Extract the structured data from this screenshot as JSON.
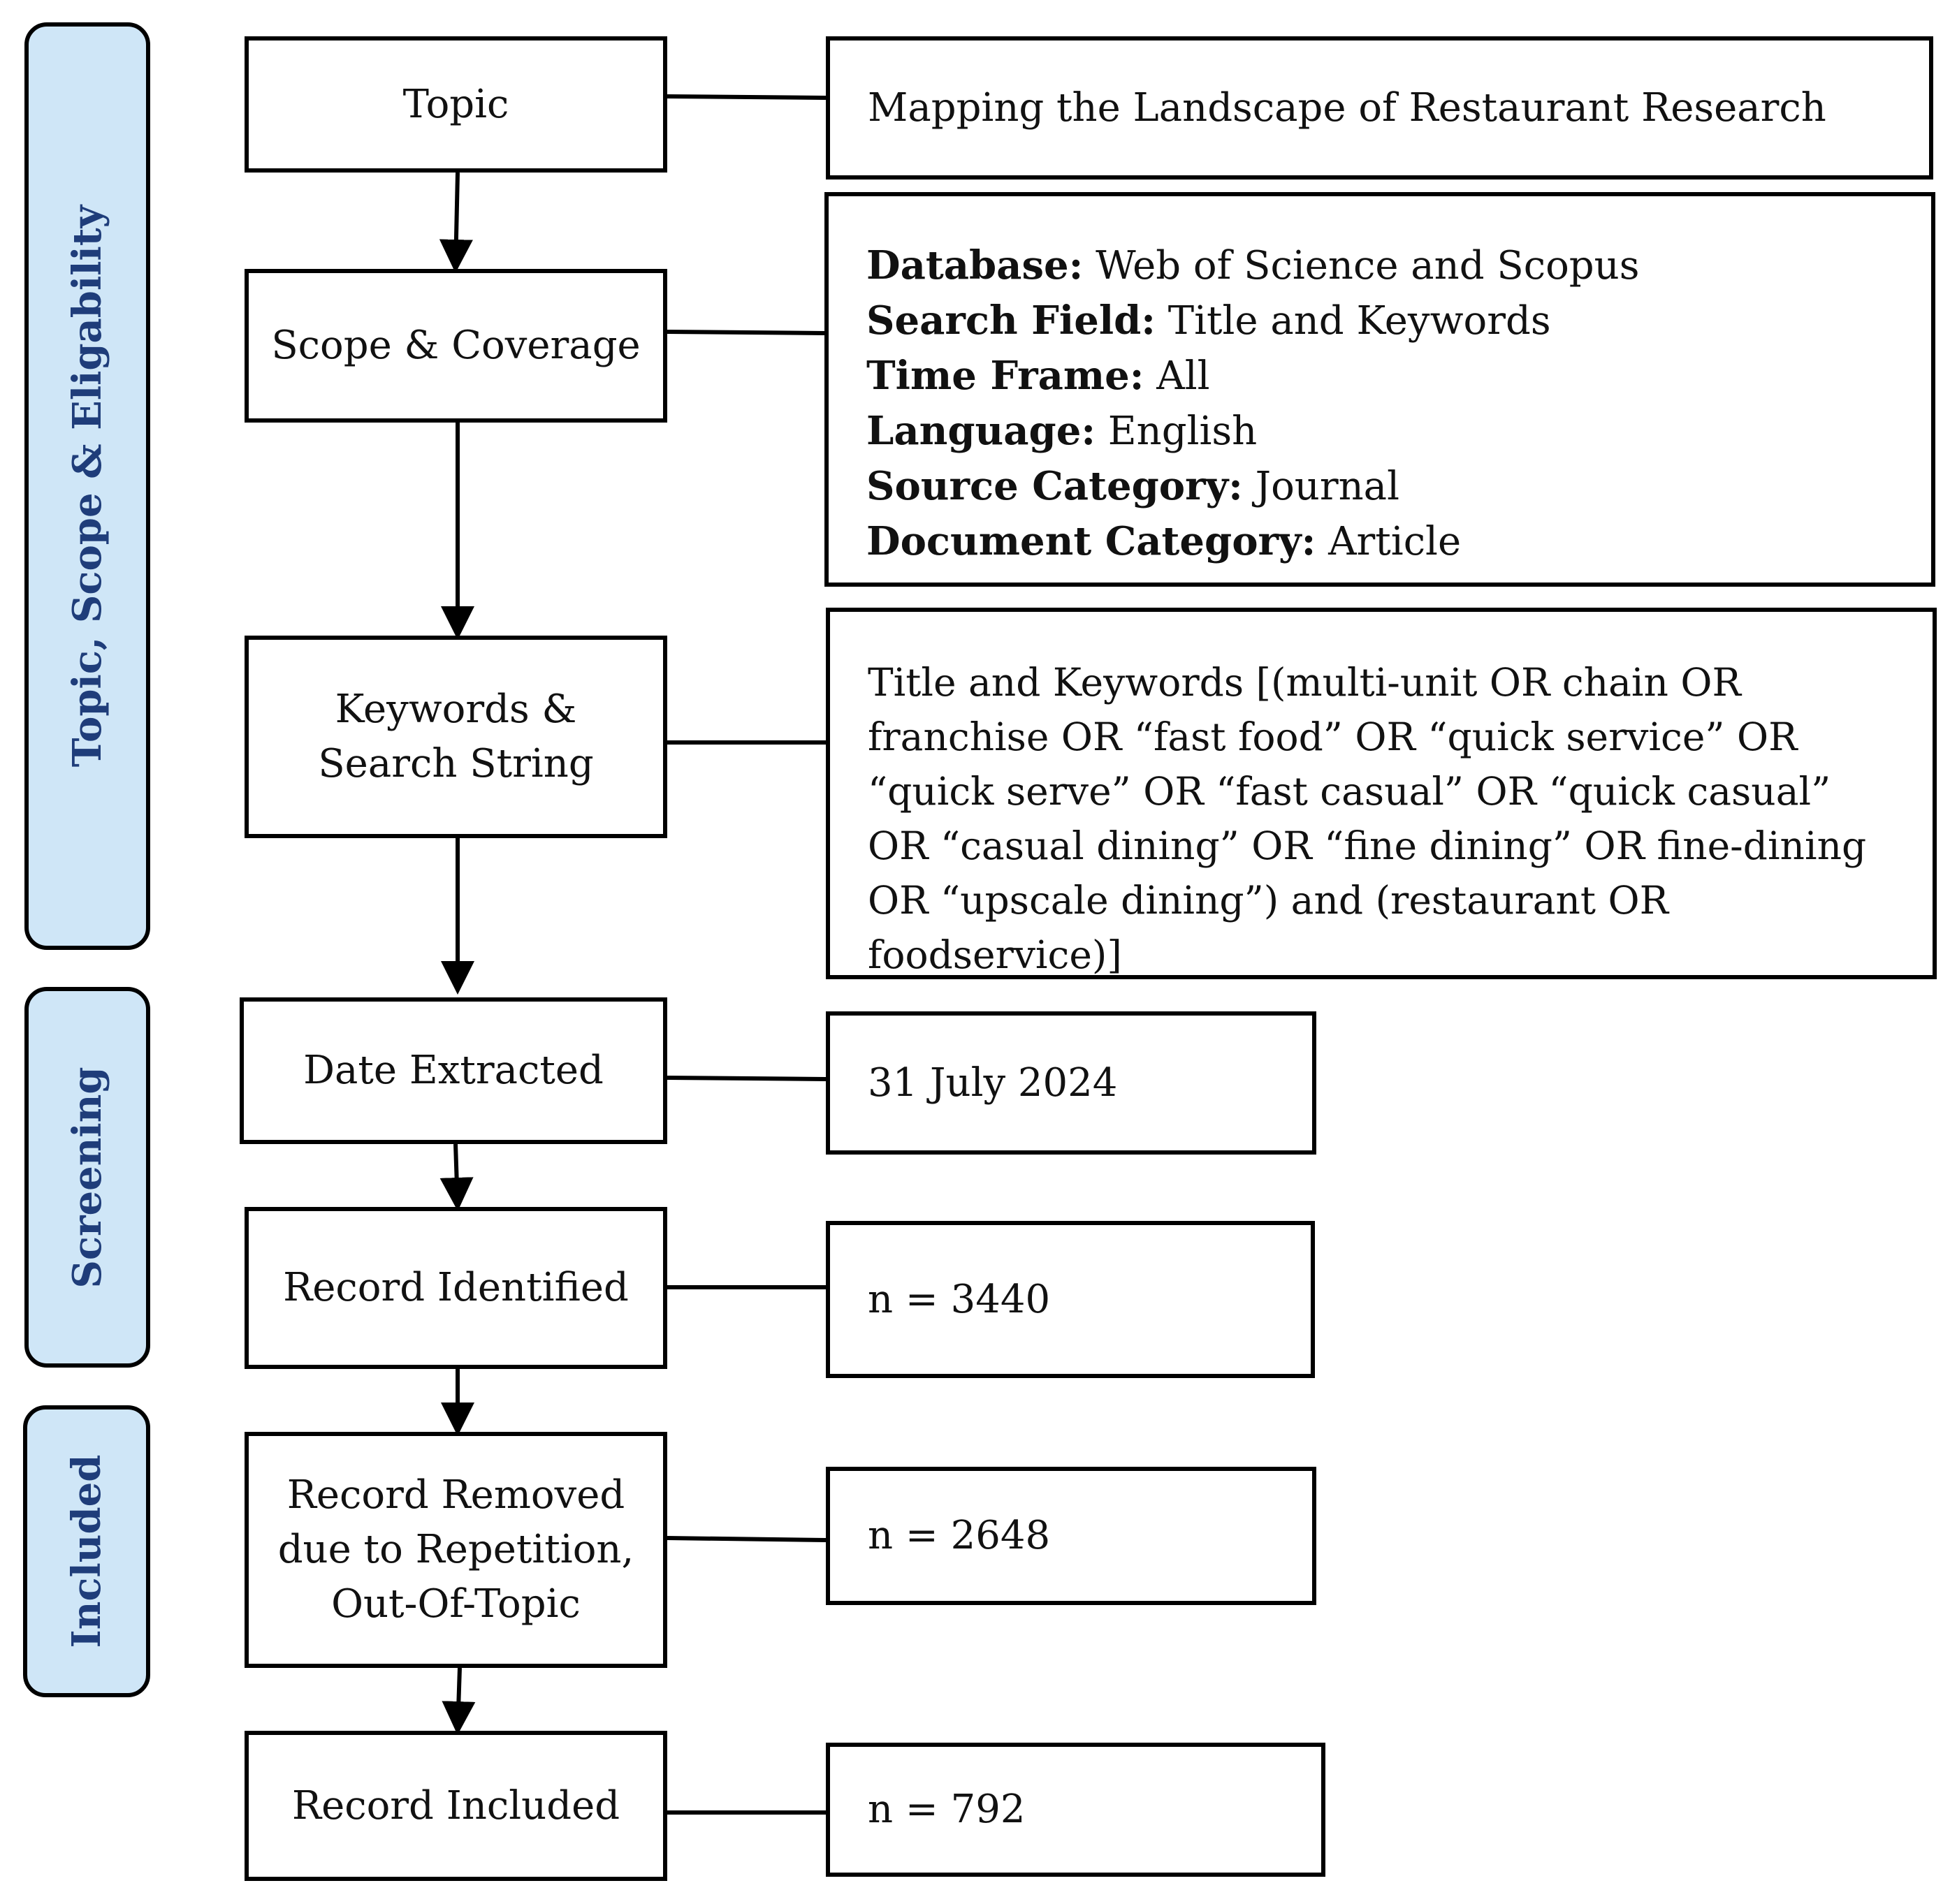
{
  "phases": [
    {
      "label": "Topic, Scope & Eligability"
    },
    {
      "label": "Screening"
    },
    {
      "label": "Included"
    }
  ],
  "steps": [
    {
      "label": "Topic"
    },
    {
      "label": "Scope & Coverage"
    },
    {
      "label": "Keywords &\nSearch String"
    },
    {
      "label": "Date Extracted"
    },
    {
      "label": "Record Identified"
    },
    {
      "label": "Record Removed\ndue to Repetition,\nOut-Of-Topic"
    },
    {
      "label": "Record Included"
    }
  ],
  "details": {
    "topic": "Mapping the Landscape of Restaurant Research",
    "scope": [
      {
        "key": "Database:",
        "value": " Web of Science and Scopus"
      },
      {
        "key": "Search Field:",
        "value": " Title and Keywords"
      },
      {
        "key": "Time Frame:",
        "value": " All"
      },
      {
        "key": "Language:",
        "value": " English"
      },
      {
        "key": "Source Category:",
        "value": " Journal"
      },
      {
        "key": "Document Category:",
        "value": " Article"
      }
    ],
    "search_string": "Title and Keywords [(multi-unit OR chain OR franchise OR “fast food” OR “quick service” OR “quick serve” OR “fast casual” OR “quick casual” OR “casual dining” OR “fine dining” OR fine-dining OR “upscale dining”) and (restaurant OR foodservice)]",
    "date_extracted": "31 July 2024",
    "records_identified": "n = 3440",
    "records_removed": "n = 2648",
    "records_included": "n = 792"
  }
}
